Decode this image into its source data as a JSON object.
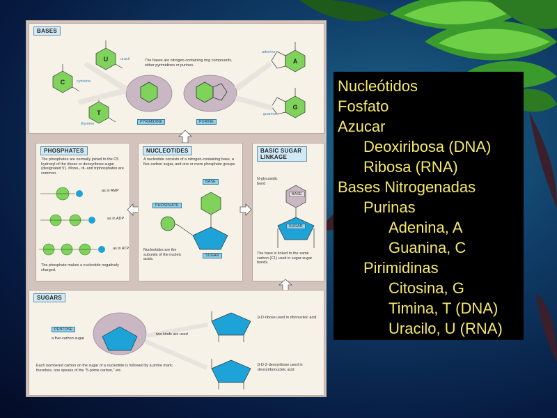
{
  "bases_panel": {
    "title": "BASES",
    "uracil": "uracil",
    "cytosine": "cytosine",
    "thymine": "thymine",
    "adenine": "adenine",
    "guanine": "guanine",
    "note": "The bases are nitrogen-containing ring compounds, either pyrimidines or purines.",
    "pyrimidine_tag": "PYRIMIDINE",
    "purine_tag": "PURINE",
    "letter_u": "U",
    "letter_c": "C",
    "letter_t": "T",
    "letter_a": "A",
    "letter_g": "G"
  },
  "phosphates_panel": {
    "title": "PHOSPHATES",
    "note": "The phosphates are normally joined to the C5 hydroxyl of the ribose or deoxyribose sugar (designated 5'). Mono-, di- and triphosphates are common.",
    "amp": "as in AMP",
    "adp": "as in ADP",
    "atp": "as in ATP",
    "footer": "The phosphate makes a nucleotide negatively charged."
  },
  "nucleotides_panel": {
    "title": "NUCLEOTIDES",
    "note": "A nucleotide consists of a nitrogen-containing base, a five-carbon sugar, and one or more phosphate groups.",
    "base_tag": "BASE",
    "phosphate_tag": "PHOSPHATE",
    "sugar_tag": "SUGAR",
    "footer": "Nucleotides are the subunits of the nucleic acids."
  },
  "linkage_panel": {
    "title": "BASIC SUGAR LINKAGE",
    "glyco": "N-glycosidic bond",
    "base_tag": "BASE",
    "sugar_tag": "SUGAR",
    "footer": "The base is linked to the same carbon (C1) used in sugar-sugar bonds."
  },
  "sugars_panel": {
    "title": "SUGARS",
    "pentose_tag": "PENTOSE",
    "pentose_desc": "a five-carbon sugar",
    "two_kinds": "two kinds are used",
    "ribose_desc": "β-D-ribose used in ribonucleic acid",
    "deoxy_desc": "β-D-2-deoxyribose used in deoxyribonucleic acid",
    "footer": "Each numbered carbon on the sugar of a nucleotide is followed by a prime mark; therefore, one speaks of the \"5-prime carbon,\" etc."
  },
  "summary": {
    "lines": [
      "Nucleótidos",
      "Fosfato",
      "Azucar",
      "Deoxiribosa (DNA)",
      "Ribosa (RNA)",
      "Bases Nitrogenadas",
      "Purinas",
      "Adenina, A",
      "Guanina, C",
      "Pirimidinas",
      "Citosina, G",
      "Timina, T (DNA)",
      "Uracilo, U (RNA)"
    ]
  },
  "colors": {
    "summary_text": "#f6e96a",
    "accent_blue": "#1da3d8",
    "accent_green": "#7fd35a",
    "figure_bg": "#f6f2e8"
  }
}
